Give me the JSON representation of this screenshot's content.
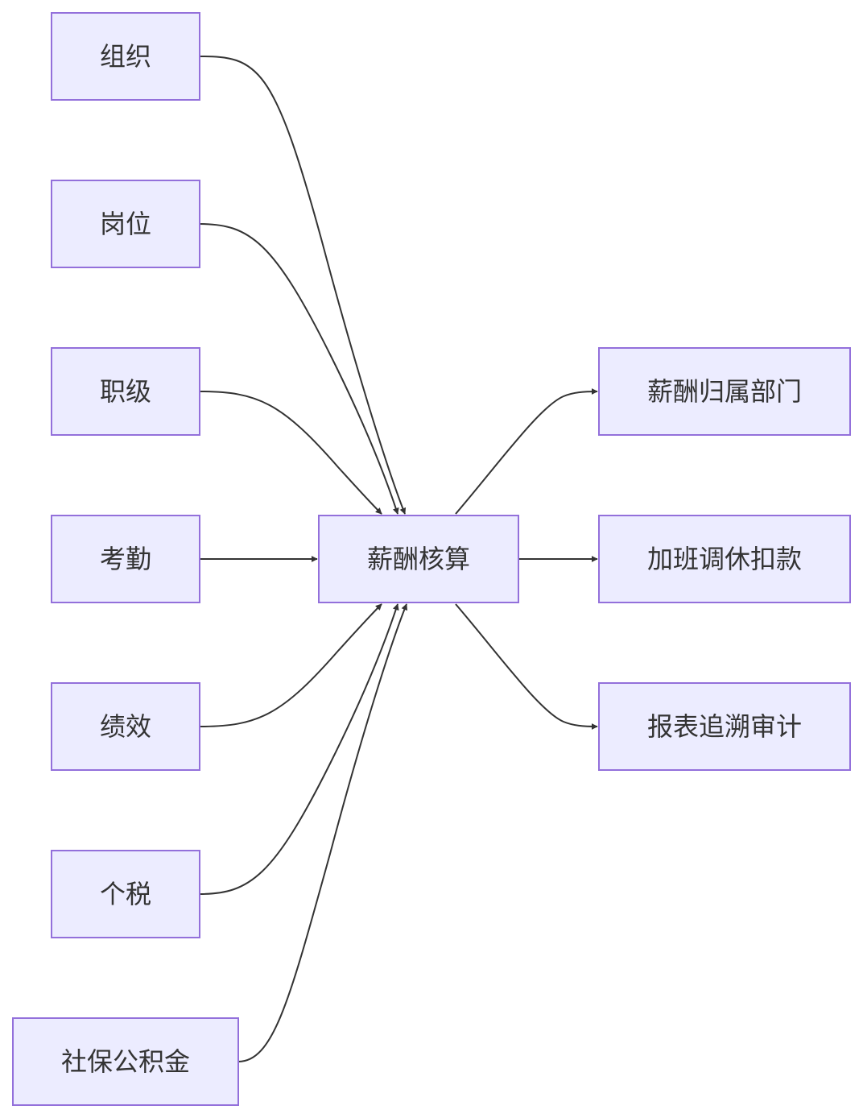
{
  "diagram": {
    "type": "flowchart",
    "colors": {
      "node_fill": "#ececff",
      "node_stroke": "#9370db",
      "edge": "#333333",
      "text": "#333333"
    },
    "nodes": [
      {
        "id": "org",
        "label": "组织"
      },
      {
        "id": "position",
        "label": "岗位"
      },
      {
        "id": "grade",
        "label": "职级"
      },
      {
        "id": "attendance",
        "label": "考勤"
      },
      {
        "id": "performance",
        "label": "绩效"
      },
      {
        "id": "tax",
        "label": "个税"
      },
      {
        "id": "social",
        "label": "社保公积金"
      },
      {
        "id": "payroll",
        "label": "薪酬核算"
      },
      {
        "id": "dept",
        "label": "薪酬归属部门"
      },
      {
        "id": "overtime",
        "label": "加班调休扣款"
      },
      {
        "id": "audit",
        "label": "报表追溯审计"
      }
    ],
    "edges": [
      {
        "from": "org",
        "to": "payroll"
      },
      {
        "from": "position",
        "to": "payroll"
      },
      {
        "from": "grade",
        "to": "payroll"
      },
      {
        "from": "attendance",
        "to": "payroll"
      },
      {
        "from": "performance",
        "to": "payroll"
      },
      {
        "from": "tax",
        "to": "payroll"
      },
      {
        "from": "social",
        "to": "payroll"
      },
      {
        "from": "payroll",
        "to": "dept"
      },
      {
        "from": "payroll",
        "to": "overtime"
      },
      {
        "from": "payroll",
        "to": "audit"
      }
    ]
  }
}
